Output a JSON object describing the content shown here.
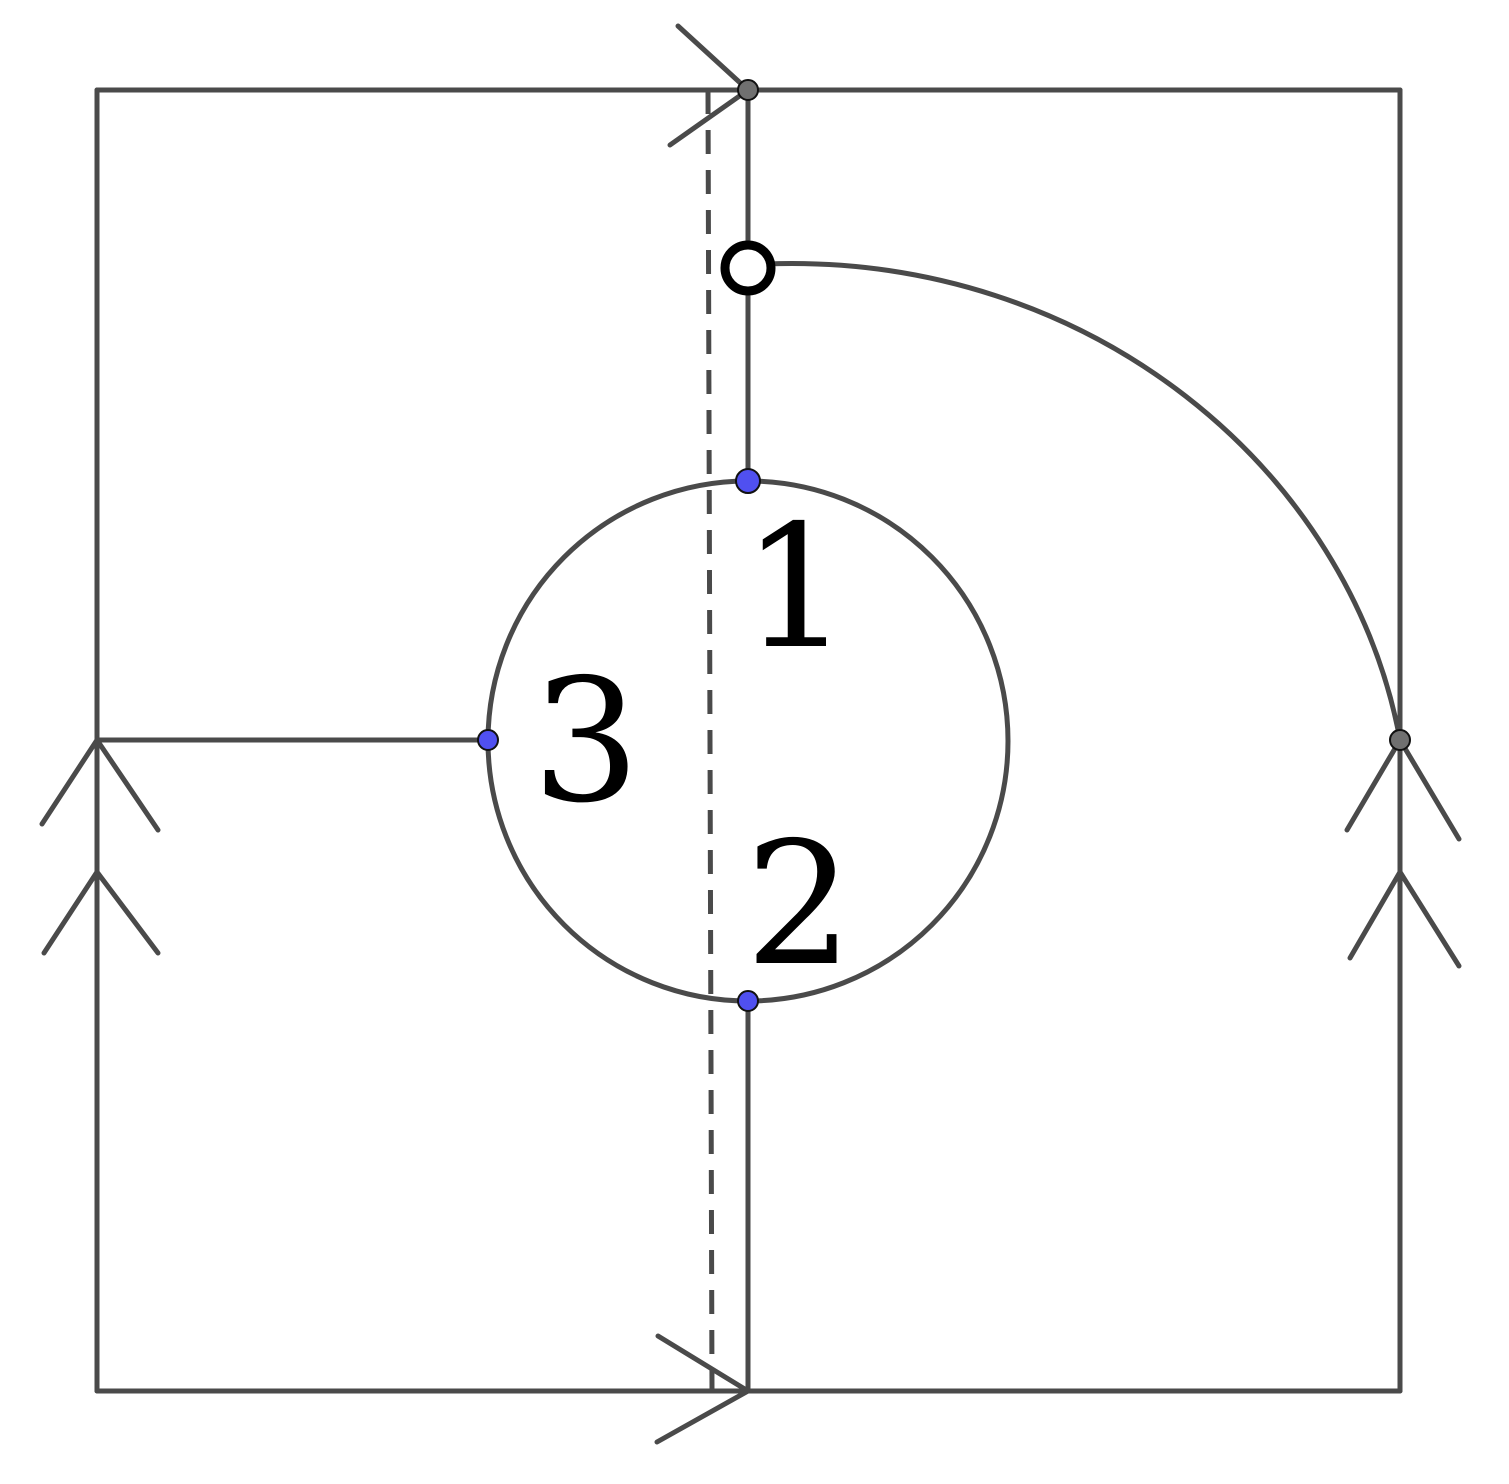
{
  "colors": {
    "line": "#4a4a4a",
    "vertex_marked": "#5050f0",
    "vertex_corner": "#707070",
    "open_point_stroke": "#000000",
    "background": "#ffffff"
  },
  "labels": {
    "vertex_1": "1",
    "vertex_2": "2",
    "vertex_3": "3"
  }
}
